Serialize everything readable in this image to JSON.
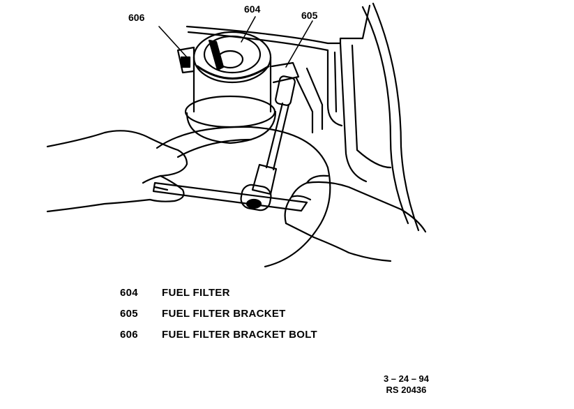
{
  "callouts": [
    {
      "id": "606",
      "label": "606"
    },
    {
      "id": "604",
      "label": "604"
    },
    {
      "id": "605",
      "label": "605"
    }
  ],
  "legend": [
    {
      "number": "604",
      "text": "FUEL FILTER"
    },
    {
      "number": "605",
      "text": "FUEL FILTER BRACKET"
    },
    {
      "number": "606",
      "text": "FUEL FILTER BRACKET BOLT"
    }
  ],
  "figure_ref": {
    "date": "3 – 24 – 94",
    "code": "RS 20436"
  }
}
